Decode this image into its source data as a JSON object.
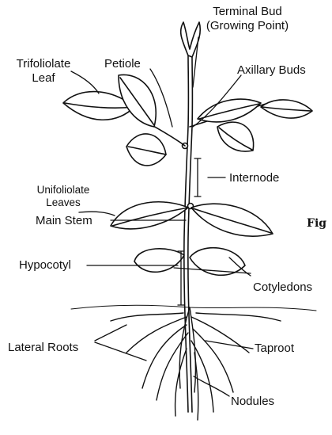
{
  "labels": {
    "terminal_bud_1": "Terminal Bud",
    "terminal_bud_2": "(Growing Point)",
    "trifoliolate_1": "Trifoliolate",
    "trifoliolate_2": "Leaf",
    "petiole": "Petiole",
    "axillary_buds": "Axillary Buds",
    "internode": "Internode",
    "unifoliolate_1": "Unifoliolate",
    "unifoliolate_2": "Leaves",
    "fig": "Fig",
    "main_stem": "Main Stem",
    "hypocotyl": "Hypocotyl",
    "cotyledons": "Cotyledons",
    "lateral_roots": "Lateral Roots",
    "taproot": "Taproot",
    "nodules": "Nodules"
  },
  "colors": {
    "ink": "#111111",
    "leaf_fill": "#ffffff"
  }
}
